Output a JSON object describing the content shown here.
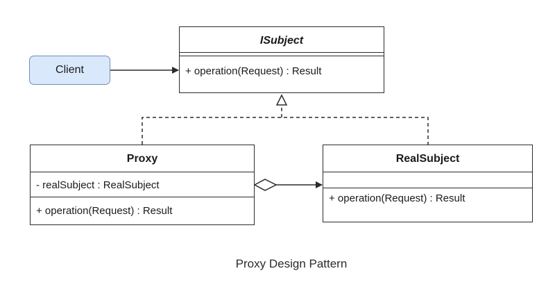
{
  "client": {
    "label": "Client"
  },
  "isubject": {
    "name": "ISubject",
    "operation": "+ operation(Request) : Result"
  },
  "proxy": {
    "name": "Proxy",
    "attribute": "- realSubject : RealSubject",
    "operation": "+ operation(Request) : Result"
  },
  "realsubject": {
    "name": "RealSubject",
    "operation": "+ operation(Request) : Result"
  },
  "caption": "Proxy Design Pattern",
  "colors": {
    "line": "#2b2b2b",
    "client_fill": "#dae8fc",
    "client_border": "#6c8ebf"
  }
}
